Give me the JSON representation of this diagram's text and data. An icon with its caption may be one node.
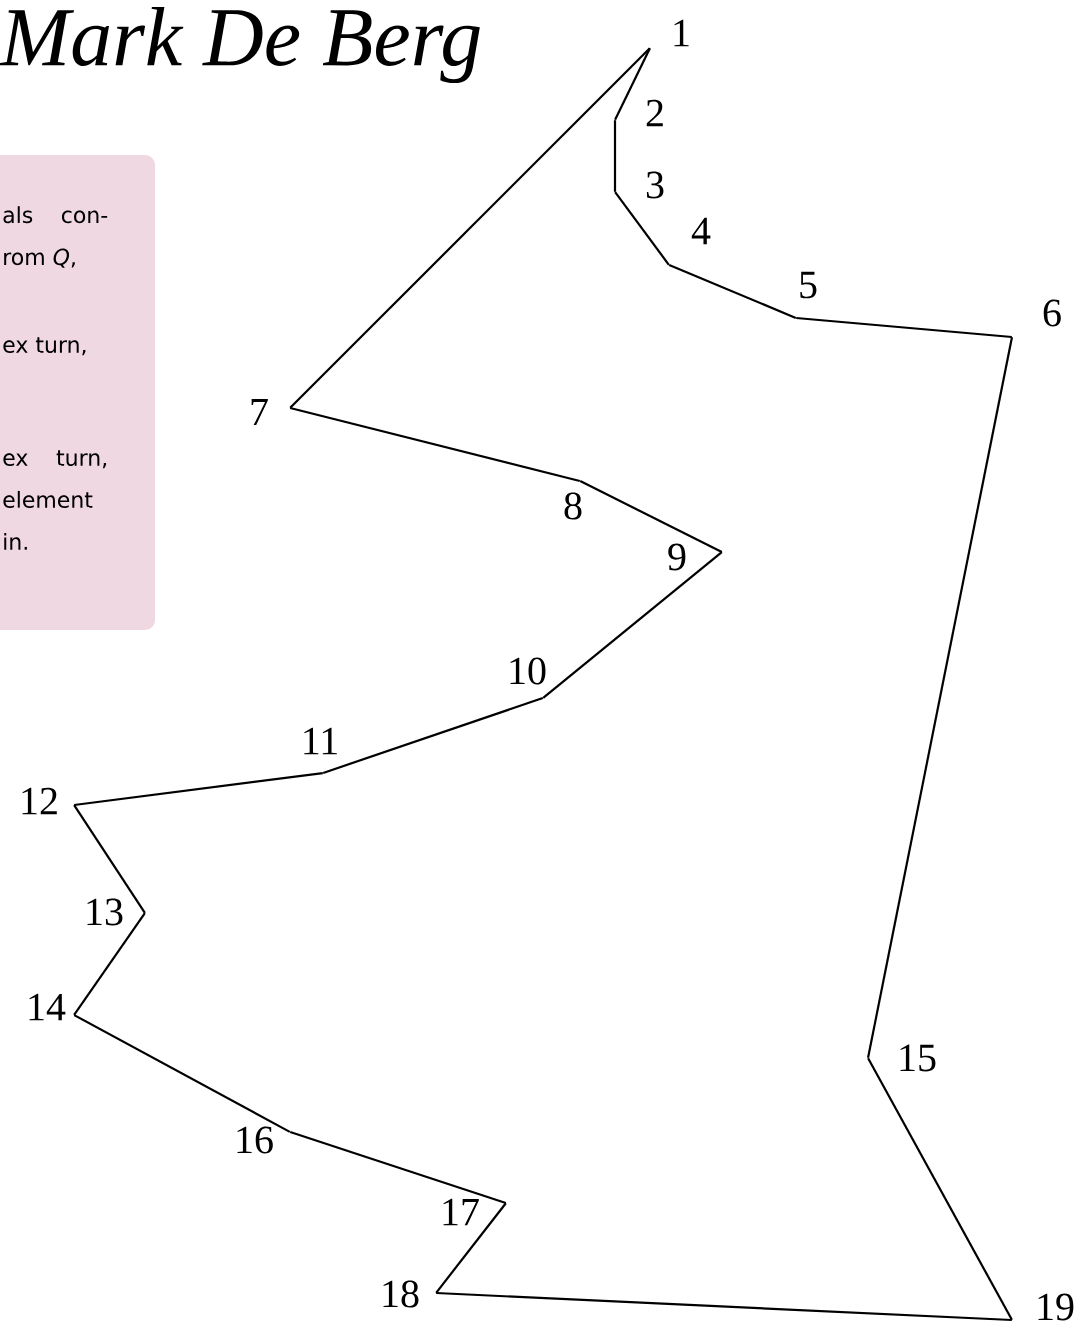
{
  "diagram": {
    "nodes": [
      {
        "text": [
          "1"
        ]
      },
      {
        "text": [
          "2"
        ]
      },
      {
        "text": [
          "3"
        ]
      },
      {
        "text": [
          "4"
        ]
      },
      {
        "text": [
          "5"
        ]
      },
      {
        "text": [
          "6"
        ]
      },
      {
        "text": [
          "7"
        ]
      },
      {
        "text": [
          "8"
        ]
      },
      {
        "text": [
          "9"
        ]
      },
      {
        "text": [
          "10"
        ]
      },
      {
        "text": [
          "11"
        ]
      },
      {
        "text": [
          "12"
        ]
      },
      {
        "text": [
          "13"
        ]
      },
      {
        "text": [
          "14"
        ]
      },
      {
        "text": [
          "15"
        ]
      },
      {
        "text": [
          "16"
        ]
      },
      {
        "text": [
          "17"
        ]
      },
      {
        "text": [
          "18"
        ]
      },
      {
        "text": [
          "19"
        ]
      },
      {
        "text": [
          "als con- rom *Q*,",
          "ex turn,",
          "ex turn, element in."
        ]
      }
    ],
    "edges": [
      {
        "from": 0,
        "to": 1,
        "arrow": "none"
      },
      {
        "from": 1,
        "to": 2,
        "arrow": "none"
      },
      {
        "from": 2,
        "to": 3,
        "arrow": "none"
      },
      {
        "from": 3,
        "to": 4,
        "arrow": "none"
      },
      {
        "from": 4,
        "to": 5,
        "arrow": "none"
      },
      {
        "from": 5,
        "to": 14,
        "arrow": "none"
      },
      {
        "from": 14,
        "to": 18,
        "arrow": "none"
      },
      {
        "from": 18,
        "to": 17,
        "arrow": "none"
      },
      {
        "from": 17,
        "to": 16,
        "arrow": "none"
      },
      {
        "from": 16,
        "to": 15,
        "arrow": "none"
      },
      {
        "from": 15,
        "to": 13,
        "arrow": "none"
      },
      {
        "from": 13,
        "to": 12,
        "arrow": "none"
      },
      {
        "from": 12,
        "to": 11,
        "arrow": "none"
      },
      {
        "from": 11,
        "to": 10,
        "arrow": "none"
      },
      {
        "from": 10,
        "to": 9,
        "arrow": "none"
      },
      {
        "from": 9,
        "to": 8,
        "arrow": "none"
      },
      {
        "from": 8,
        "to": 7,
        "arrow": "none"
      },
      {
        "from": 7,
        "to": 6,
        "arrow": "none"
      },
      {
        "from": 6,
        "to": 0,
        "arrow": "none"
      }
    ],
    "labels": [
      "Mark De Berg"
    ]
  }
}
